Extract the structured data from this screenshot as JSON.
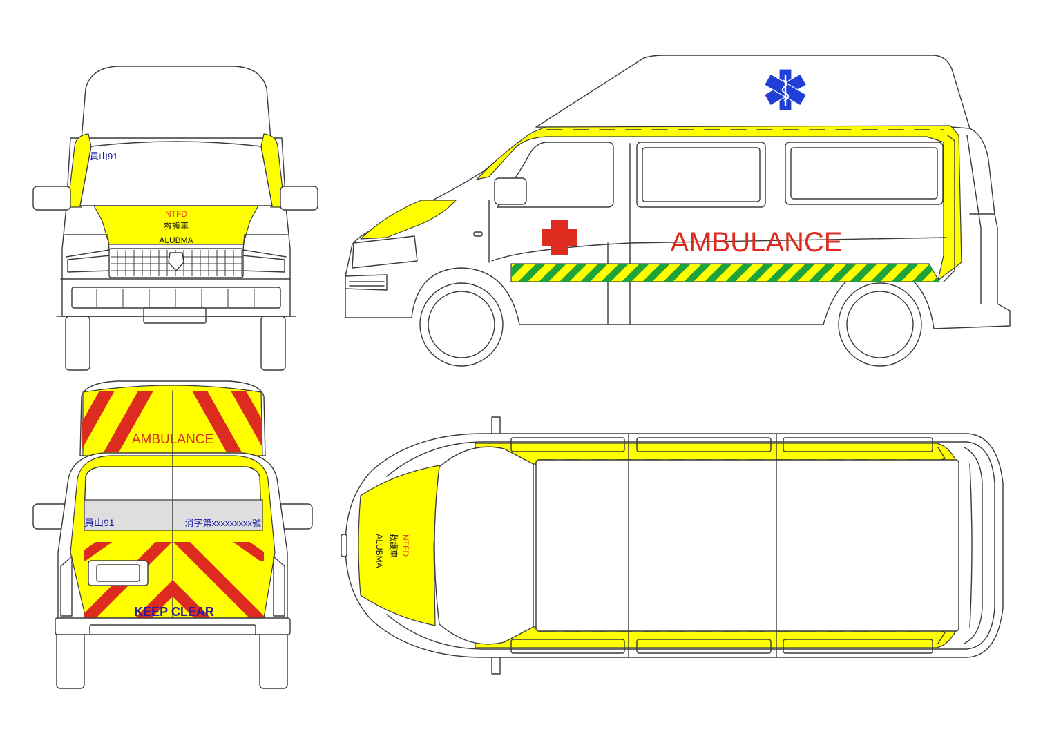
{
  "colors": {
    "yellow": "#ffff00",
    "green": "#1ea23a",
    "red": "#dd2c1f",
    "blue": "#1a1aa8",
    "star_blue": "#1f3fd6",
    "orange_red": "#ee3b2b",
    "outline": "#3a3a3a",
    "plate_gray": "#dedede"
  },
  "front_view": {
    "windshield_code": "員山91",
    "hood_org": "NTFD",
    "hood_label_cn": "救護車",
    "hood_label_mirror": "ALUBMA"
  },
  "side_view": {
    "body_label": "AMBULANCE",
    "emblem_icon": "star-of-life-icon",
    "cross_icon": "red-cross-icon"
  },
  "rear_view": {
    "roof_label": "AMBULANCE",
    "code_left": "員山91",
    "code_right": "消字第xxxxxxxxx號",
    "door_label": "KEEP CLEAR"
  },
  "top_view": {
    "hood_org": "NTFD",
    "hood_label_cn": "救護車",
    "hood_label_mirror": "ALUBMA"
  }
}
